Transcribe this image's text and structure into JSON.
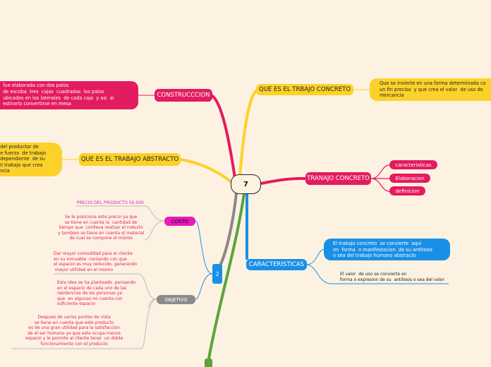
{
  "central": {
    "label": "7"
  },
  "colors": {
    "pink": "#e31b5f",
    "yellow": "#fcd22a",
    "blue": "#1a8fe6",
    "magenta": "#e81aba",
    "gray": "#8a8a8a",
    "green": "#5aa43a",
    "background": "#fdf2e2"
  },
  "branches": {
    "construccion": {
      "label": "CONSTRUCCCION",
      "detail": " fue elaborada con dos palos\n de escoba  tres  cajas  cuadradas  los palos\n ubicados en los laterales  de cada caja  y asi  al\n estirarlo convertirse en mesa"
    },
    "que_es_trabajo_concreto": {
      "label": "QUE ES  EL TRBAJO CONCRETO",
      "detail": "Que se invierte en una forma determinada co\nun fin preciso  y que crea el valor  de uso de\nmercancia"
    },
    "que_es_trabajo_abstracto": {
      "label": "QUE ES EL TRABAJO ABSTRACTO",
      "detail": "  del productor de\n  e fuerza  de trabajo\nndependiente  de su\n el trabajo que crea\nancia"
    },
    "trabajo_concreto": {
      "label": "TRANAJO CONCRETO",
      "items": [
        "caracteristicas",
        "Elaboracion",
        "definicion"
      ]
    },
    "caracteristicas": {
      "label": "CARACTERISTICAS",
      "detail": "El trabajo concreto  se convierte  aqui\nen  forma  o manifestacion  de su antitesis\no sea del trabajo humano abstracto",
      "note": "El valor  de uso se convierte en\nforma o expresion de su  antitesis o sea del valor"
    },
    "two": {
      "label": "2",
      "costo": {
        "label": "COSTO",
        "notes": [
          "PRECIO DEL PRODUCTO 50.000",
          "Se le posiciona este precio ya que\nse tiene en cuenta la  cantidad de\ntiempo que  conlleva realizar el roducto\ny tambien se tiene en cuenta el material\nde cual se compone el mismo"
        ]
      },
      "objetivo": {
        "label": "OBJETIVO",
        "notes": [
          "Dar mayor comodidad para el cliente\nen su inmueble  contando con que\nel espacio es muy reducido, generando\n mayor utilidad en el mismo",
          "Esta idea se ha planteado  pensando\nen el espacio de cada uno de las\nresidencias de las personas ya\nque  en algunas no cuenta con\nsuficiente espacio",
          "Despues de varios puntos de vista\nse tiene en cuenta que este producto\nes de una gran utilidad para la satisfaccion\nde el ser humano ya que este ocupa menos\nespacio y le permite al cliente tener  un doble\nfuncionamiento con el producto"
        ]
      }
    }
  }
}
